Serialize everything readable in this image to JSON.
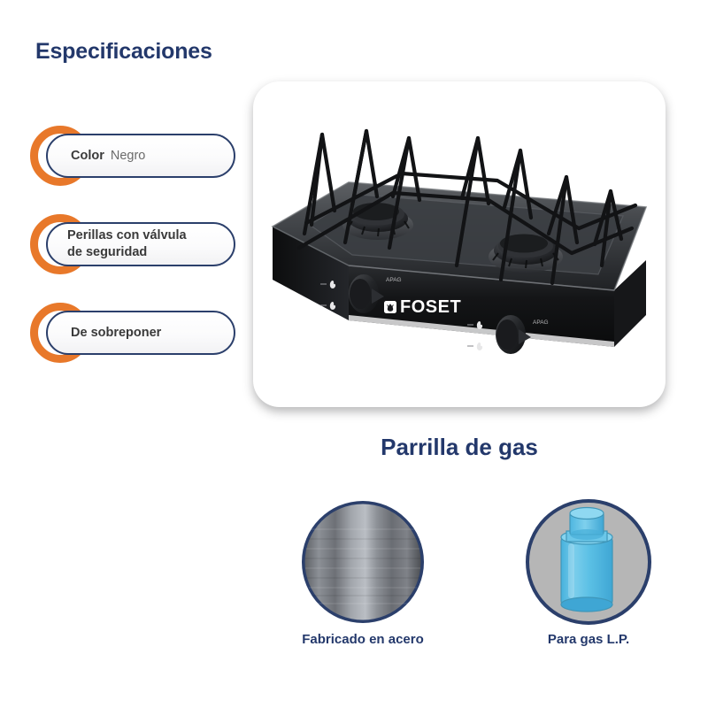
{
  "header": {
    "title": "Especificaciones"
  },
  "specs": {
    "items": [
      {
        "label": "Color",
        "value": "Negro",
        "lines": [
          "Color"
        ]
      },
      {
        "label": "Perillas con válvula de seguridad",
        "value": "",
        "lines": [
          "Perillas con válvula",
          "de seguridad"
        ]
      },
      {
        "label": "De sobreponer",
        "value": "",
        "lines": [
          "De sobreponer"
        ]
      }
    ]
  },
  "product": {
    "name": "Parrilla de gas",
    "brand": "FOSET",
    "brand_mark": "leaf-icon",
    "image_alt": "black-two-burner-gas-stove"
  },
  "features": [
    {
      "label": "Fabricado en acero",
      "icon": "steel-disc-icon"
    },
    {
      "label": "Para gas L.P.",
      "icon": "gas-cylinder-icon"
    }
  ],
  "colors": {
    "navy": "#23386b",
    "pill_border": "#2b3f6b",
    "orange_ring": "#e8782a",
    "text_gray": "#3a3a3a",
    "value_gray": "#6b6b6b",
    "badge_gray": "#b6b6b6",
    "gas_blue": "#5cc0e8"
  }
}
